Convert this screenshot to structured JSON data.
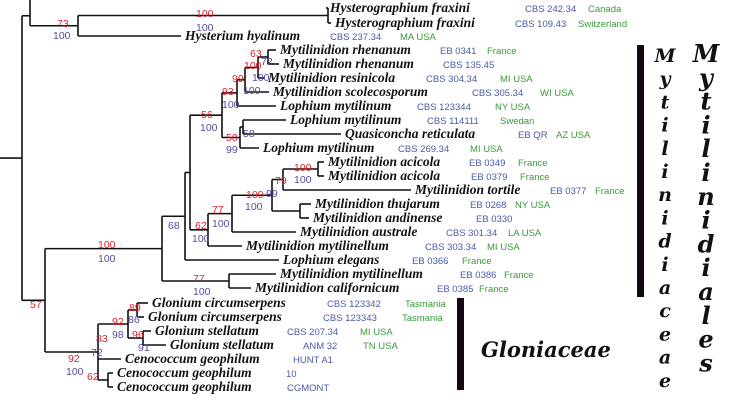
{
  "taxa": [
    {
      "name": "Hysterographium fraxini",
      "code": "CBS 242.34",
      "loc": "Canada"
    },
    {
      "name": "Hysterographium fraxini",
      "code": "CBS 109.43",
      "loc": "Switzerland"
    },
    {
      "name": "Hysterium hyalinum",
      "code": "CBS 237.34",
      "loc": "MA USA"
    },
    {
      "name": "Mytilinidion rhenanum",
      "code": "EB 0341",
      "loc": "France"
    },
    {
      "name": "Mytilinidion rhenanum",
      "code": "CBS 135.45",
      "loc": ""
    },
    {
      "name": "Mytilinidion resinicola",
      "code": "CBS 304.34",
      "loc": "MI USA"
    },
    {
      "name": "Mytilinidion scolecosporum",
      "code": "CBS 305.34",
      "loc": "WI USA"
    },
    {
      "name": "Lophium mytilinum",
      "code": "CBS 123344",
      "loc": "NY USA"
    },
    {
      "name": "Lophium mytilinum",
      "code": "CBS 114111",
      "loc": "Swedan"
    },
    {
      "name": "Quasiconcha reticulata",
      "code": "EB QR",
      "loc": "AZ USA"
    },
    {
      "name": "Lophium mytilinum",
      "code": "CBS 269.34",
      "loc": "MI USA"
    },
    {
      "name": "Mytilinidion acicola",
      "code": "EB 0349",
      "loc": "France"
    },
    {
      "name": "Mytilinidion acicola",
      "code": "EB 0379",
      "loc": "France"
    },
    {
      "name": "Mytilinidion tortile",
      "code": "EB 0377",
      "loc": "France"
    },
    {
      "name": "Mytilinidion thujarum",
      "code": "EB 0268",
      "loc": "NY USA"
    },
    {
      "name": "Mytilinidion andinense",
      "code": "EB 0330",
      "loc": ""
    },
    {
      "name": "Mytilinidion australe",
      "code": "CBS 301.34",
      "loc": "LA USA"
    },
    {
      "name": "Mytilinidion mytilinellum",
      "code": "CBS 303.34",
      "loc": "MI USA"
    },
    {
      "name": "Lophium elegans",
      "code": "EB 0366",
      "loc": "France"
    },
    {
      "name": "Mytilinidion mytilinellum",
      "code": "EB 0386",
      "loc": "France"
    },
    {
      "name": "Mytilinidion californicum",
      "code": "EB 0385",
      "loc": "France"
    },
    {
      "name": "Glonium circumserpens",
      "code": "CBS 123342",
      "loc": "Tasmania"
    },
    {
      "name": "Glonium circumserpens",
      "code": "CBS 123343",
      "loc": "Tasmania"
    },
    {
      "name": "Glonium stellatum",
      "code": "CBS 207.34",
      "loc": "MI USA"
    },
    {
      "name": "Glonium stellatum",
      "code": "ANM 32",
      "loc": "TN USA"
    },
    {
      "name": "Cenococcum geophilum",
      "code": "HUNT A1",
      "loc": ""
    },
    {
      "name": "Cenococcum geophilum",
      "code": "10",
      "loc": ""
    },
    {
      "name": "Cenococcum geophilum",
      "code": "CGMONT",
      "loc": ""
    }
  ],
  "supports": [
    {
      "top": "73",
      "bottom": "100"
    },
    {
      "top": "100",
      "bottom": "100"
    },
    {
      "top": "63",
      "bottom": "72"
    },
    {
      "top": "100",
      "bottom": "100"
    },
    {
      "top": "99",
      "bottom": "100"
    },
    {
      "top": "93",
      "bottom": "100"
    },
    {
      "top": "56",
      "bottom": "100"
    },
    {
      "top": "50",
      "bottom": "99"
    },
    {
      "top": "",
      "bottom": "58"
    },
    {
      "top": "100",
      "bottom": "100"
    },
    {
      "top": "79",
      "bottom": "99"
    },
    {
      "top": "100",
      "bottom": "100"
    },
    {
      "top": "77",
      "bottom": "100"
    },
    {
      "top": "62",
      "bottom": "100"
    },
    {
      "top": "",
      "bottom": "68"
    },
    {
      "top": "100",
      "bottom": "100"
    },
    {
      "top": "77",
      "bottom": "100"
    },
    {
      "top": "57",
      "bottom": ""
    },
    {
      "top": "89",
      "bottom": "86"
    },
    {
      "top": "92",
      "bottom": "98"
    },
    {
      "top": "96",
      "bottom": "91"
    },
    {
      "top": "83",
      "bottom": "72"
    },
    {
      "top": "92",
      "bottom": "100"
    },
    {
      "top": "62",
      "bottom": ""
    }
  ],
  "clades": {
    "family1": "Mytilinidiaceae",
    "order": "Mytilinidiales",
    "family2": "Gloniaceae"
  },
  "colors": {
    "support_top": "#e0202a",
    "support_bottom": "#5a4aa0",
    "code": "#4a5aa8",
    "location": "#3a9a3a"
  }
}
